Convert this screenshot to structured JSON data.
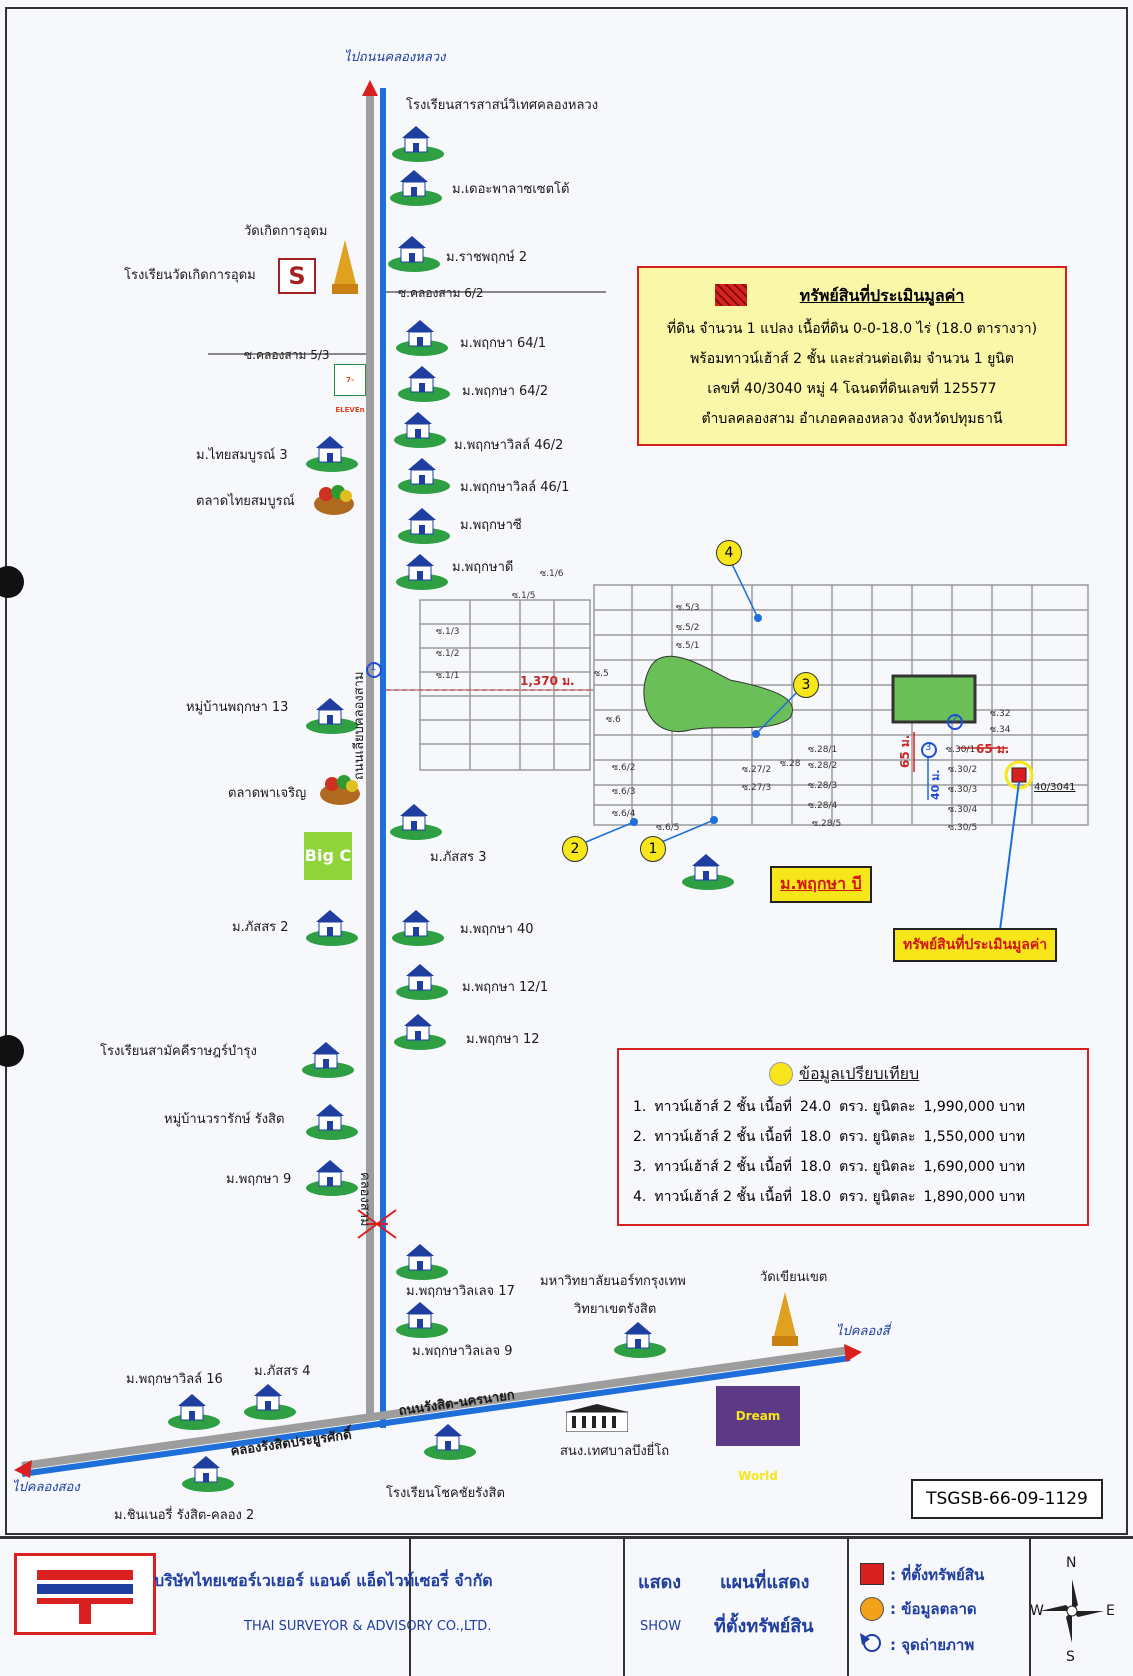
{
  "map": {
    "top_road_to": "ไปถนนคลองหลวง",
    "left_to": "ไปคลองสอง",
    "right_to": "ไปคลองสี่",
    "main_road": "ถนนเลียบคลองสาม",
    "canal": "คลองสาม",
    "rangsit_road": "ถนนรังสิต-นครนายก",
    "rangsit_canal": "คลองรังสิตประยูรศักดิ์",
    "distance_label": "1,370 ม.",
    "dist_65_a": "65 ม.",
    "dist_65_b": "65 ม.",
    "dist_40": "40 ม.",
    "landmarks_left": [
      {
        "label": "วัดเกิดการอุดม"
      },
      {
        "label": "โรงเรียนวัดเกิดการอุดม"
      },
      {
        "label": "ม.ไทยสมบูรณ์ 3"
      },
      {
        "label": "ตลาดไทยสมบูรณ์"
      },
      {
        "label": "หมู่บ้านพฤกษา 13"
      },
      {
        "label": "ตลาดพาเจริญ"
      },
      {
        "label": "ม.ภัสสร 2"
      },
      {
        "label": "โรงเรียนสามัคคีราษฎร์บำรุง"
      },
      {
        "label": "หมู่บ้านวรารักษ์ รังสิต"
      },
      {
        "label": "ม.พฤกษา 9"
      },
      {
        "label": "ม.พฤกษาวิลล์ 16"
      },
      {
        "label": "ม.ภัสสร 4"
      },
      {
        "label": "ม.ชินเนอรี่ รังสิต-คลอง 2"
      }
    ],
    "landmarks_right": [
      {
        "label": "โรงเรียนสารสาสน์วิเทศคลองหลวง"
      },
      {
        "label": "ม.เดอะพาลาซเซตโต้"
      },
      {
        "label": "ม.ราชพฤกษ์ 2"
      },
      {
        "label": "ม.พฤกษา 64/1"
      },
      {
        "label": "ม.พฤกษา 64/2"
      },
      {
        "label": "ม.พฤกษาวิลล์ 46/2"
      },
      {
        "label": "ม.พฤกษาวิลล์ 46/1"
      },
      {
        "label": "ม.พฤกษาซี"
      },
      {
        "label": "ม.พฤกษาดี"
      },
      {
        "label": "ม.ภัสสร 3"
      },
      {
        "label": "ม.พฤกษา 40"
      },
      {
        "label": "ม.พฤกษา 12/1"
      },
      {
        "label": "ม.พฤกษา 12"
      },
      {
        "label": "ม.พฤกษาวิลเลจ 17"
      },
      {
        "label": "ม.พฤกษาวิลเลจ 9"
      },
      {
        "label": "มหาวิทยาลัยนอร์ทกรุงเทพ"
      },
      {
        "label": "วิทยาเขตรังสิต"
      },
      {
        "label": "วัดเขียนเขต"
      },
      {
        "label": "สนง.เทศบาลบึงยี่โถ"
      },
      {
        "label": "โรงเรียนโชคชัยรังสิต"
      }
    ],
    "sois": [
      {
        "label": "ซ.คลองสาม 6/2"
      },
      {
        "label": "ซ.คลองสาม 5/3"
      }
    ],
    "grid_sois": [
      "ซ.1/6",
      "ซ.1/5",
      "ซ.1/3",
      "ซ.1/2",
      "ซ.1/1",
      "ซ.5/3",
      "ซ.5/2",
      "ซ.5/1",
      "ซ.5",
      "ซ.6",
      "ซ.6/2",
      "ซ.6/3",
      "ซ.6/4",
      "ซ.6/5",
      "ซ.27/2",
      "ซ.27/3",
      "ซ.28",
      "ซ.28/1",
      "ซ.28/2",
      "ซ.28/3",
      "ซ.28/4",
      "ซ.28/5",
      "ซ.30/1",
      "ซ.30/2",
      "ซ.30/3",
      "ซ.30/4",
      "ซ.30/5",
      "ซ.32",
      "ซ.34"
    ],
    "parcel_no": "40/3041",
    "project_name": "ม.พฤกษา บี",
    "subject_pointer": "ทรัพย์สินที่ประเมินมูลค่า",
    "market_points": [
      "1",
      "2",
      "3",
      "4"
    ],
    "photo_points": [
      "1",
      "2",
      "3"
    ],
    "brand_7_eleven": "7-ELEVEn",
    "brand_bigc": "Big C",
    "brand_s": "S",
    "dream_world": "Dream World"
  },
  "subject_box": {
    "title": "ทรัพย์สินที่ประเมินมูลค่า",
    "lines": [
      "ที่ดิน จำนวน 1 แปลง เนื้อที่ดิน 0-0-18.0 ไร่ (18.0 ตารางวา)",
      "พร้อมทาวน์เฮ้าส์ 2 ชั้น และส่วนต่อเติม จำนวน 1 ยูนิต",
      "เลขที่ 40/3040 หมู่ 4 โฉนดที่ดินเลขที่ 125577",
      "ตำบลคลองสาม อำเภอคลองหลวง จังหวัดปทุมธานี"
    ]
  },
  "comparables": {
    "title": "ข้อมูลเปรียบเทียบ",
    "rows": [
      {
        "no": "1.",
        "type": "ทาวน์เฮ้าส์ 2 ชั้น เนื้อที่",
        "area": "24.0",
        "unit": "ตรว. ยูนิตละ",
        "price": "1,990,000 บาท"
      },
      {
        "no": "2.",
        "type": "ทาวน์เฮ้าส์ 2 ชั้น เนื้อที่",
        "area": "18.0",
        "unit": "ตรว. ยูนิตละ",
        "price": "1,550,000 บาท"
      },
      {
        "no": "3.",
        "type": "ทาวน์เฮ้าส์ 2 ชั้น เนื้อที่",
        "area": "18.0",
        "unit": "ตรว. ยูนิตละ",
        "price": "1,690,000 บาท"
      },
      {
        "no": "4.",
        "type": "ทาวน์เฮ้าส์ 2 ชั้น เนื้อที่",
        "area": "18.0",
        "unit": "ตรว. ยูนิตละ",
        "price": "1,890,000 บาท"
      }
    ]
  },
  "report_code": "TSGSB-66-09-1129",
  "footer": {
    "company_th": "บริษัทไทยเซอร์เวเยอร์ แอนด์ แอ็ดไวท์เซอรี่ จำกัด",
    "company_en": "THAI SURVEYOR & ADVISORY CO.,LTD.",
    "show_th": "แสดง",
    "show_en": "SHOW",
    "map_title_1": "แผนที่แสดง",
    "map_title_2": "ที่ตั้งทรัพย์สิน",
    "legend": [
      {
        "label": ": ที่ตั้งทรัพย์สิน"
      },
      {
        "label": ": ข้อมูลตลาด"
      },
      {
        "label": ": จุดถ่ายภาพ"
      }
    ],
    "compass": {
      "n": "N",
      "s": "S",
      "e": "E",
      "w": "W"
    }
  },
  "colors": {
    "road": "#a9a9a9",
    "canal": "#1e6fd9",
    "frame": "#d82020",
    "highlight": "#f7e619",
    "pond": "#6bbf59"
  }
}
